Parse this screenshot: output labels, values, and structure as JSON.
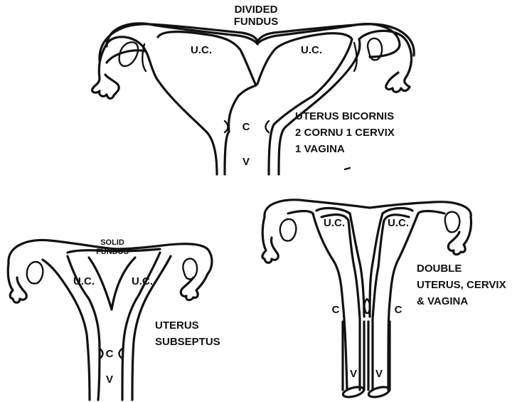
{
  "figure_a": {
    "fundus_label": [
      "DIVIDED",
      "FUNDUS"
    ],
    "cavity_left": "U.C.",
    "cavity_right": "U.C.",
    "cervix_label": "C",
    "vagina_label": "V",
    "caption": [
      "UTERUS BICORNIS",
      "2 CORNU 1 CERVIX",
      "1 VAGINA"
    ]
  },
  "figure_b": {
    "fundus_label": [
      "SOLID",
      "FUNDUS"
    ],
    "cavity_left": "U.C.",
    "cavity_right": "U.C.",
    "cervix_label": "C",
    "vagina_label": "V",
    "caption": [
      "UTERUS",
      "SUBSEPTUS"
    ]
  },
  "figure_c": {
    "cavity_left": "U.C.",
    "cavity_right": "U.C.",
    "cervix_left": "C",
    "cervix_right": "C",
    "vagina_left": "V",
    "vagina_right": "V",
    "caption": [
      "DOUBLE",
      "UTERUS, CERVIX",
      "& VAGINA"
    ]
  }
}
